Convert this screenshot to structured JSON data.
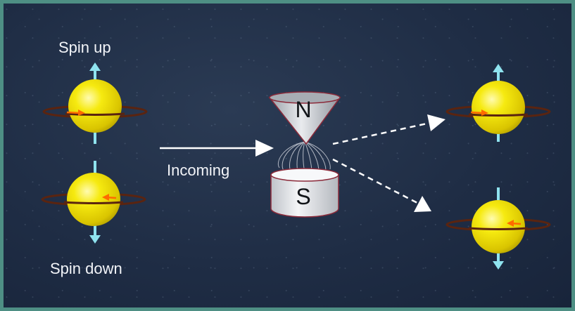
{
  "labels": {
    "spin_up": "Spin up",
    "spin_down": "Spin down",
    "incoming": "Incoming",
    "north": "N",
    "south": "S"
  },
  "colors": {
    "frame": "#4e8f84",
    "background": "#1f2d45",
    "sphere": "#f2e300",
    "spin_arrow": "#8fe3ef",
    "orbit_ring": "#6b2a10",
    "orbit_arrow": "#ff6a00",
    "magnet_fill": "#e8e8ea",
    "magnet_edge": "#8b2a3a",
    "beam_arrow": "#ffffff"
  }
}
